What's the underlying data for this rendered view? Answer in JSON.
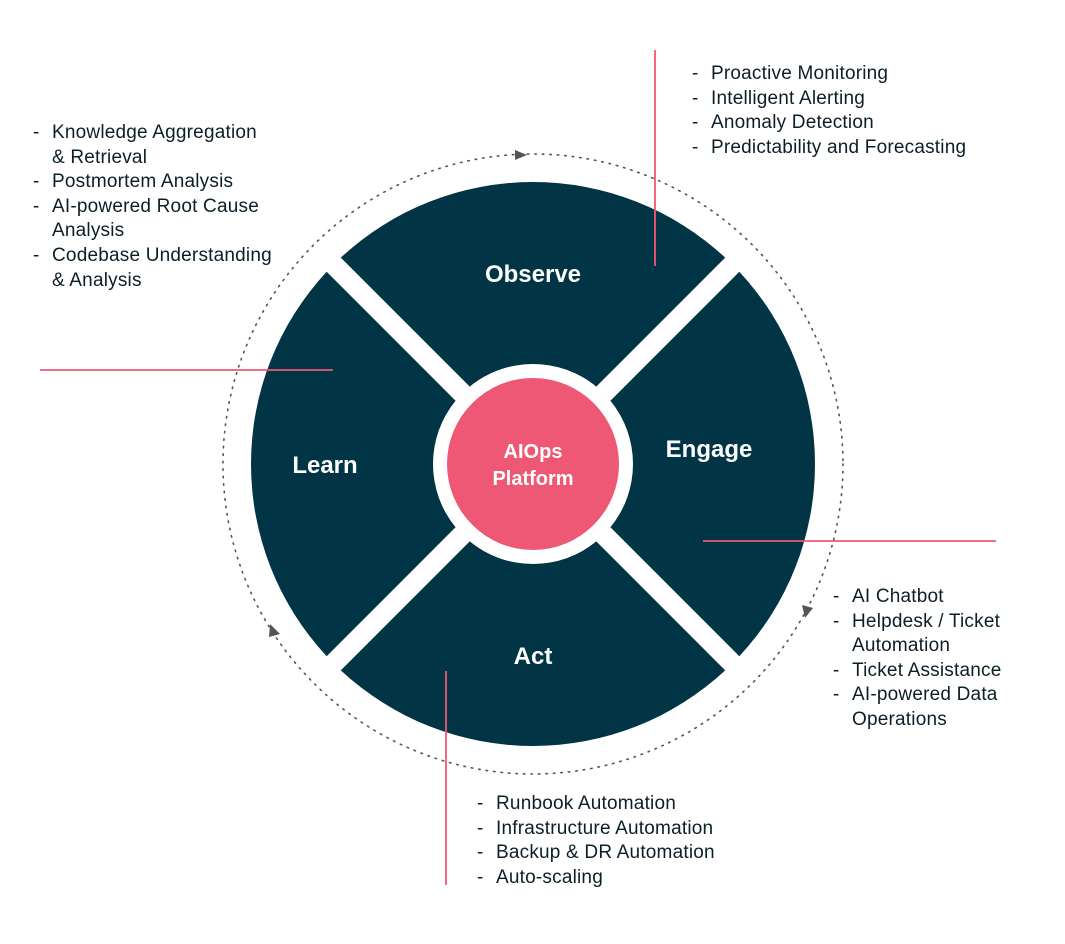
{
  "center": {
    "line1": "AIOps",
    "line2": "Platform"
  },
  "segments": {
    "observe": "Observe",
    "engage": "Engage",
    "act": "Act",
    "learn": "Learn"
  },
  "lists": {
    "observe": [
      "Proactive Monitoring",
      "Intelligent Alerting",
      "Anomaly Detection",
      "Predictability and Forecasting"
    ],
    "learn": [
      [
        "Knowledge Aggregation",
        "& Retrieval"
      ],
      [
        "Postmortem Analysis"
      ],
      [
        "AI-powered Root Cause",
        "Analysis"
      ],
      [
        "Codebase Understanding",
        "& Analysis"
      ]
    ],
    "engage": [
      [
        "AI Chatbot"
      ],
      [
        "Helpdesk / Ticket",
        "Automation"
      ],
      [
        "Ticket Assistance"
      ],
      [
        "AI-powered Data",
        "Operations"
      ]
    ],
    "act": [
      "Runbook Automation",
      "Infrastructure Automation",
      "Backup & DR Automation",
      "Auto-scaling"
    ]
  },
  "colors": {
    "segment": "#013445",
    "hub": "#ef5874",
    "accent_line": "#ef5874",
    "dotted_ring": "#555555",
    "text": "#0c1f27"
  }
}
